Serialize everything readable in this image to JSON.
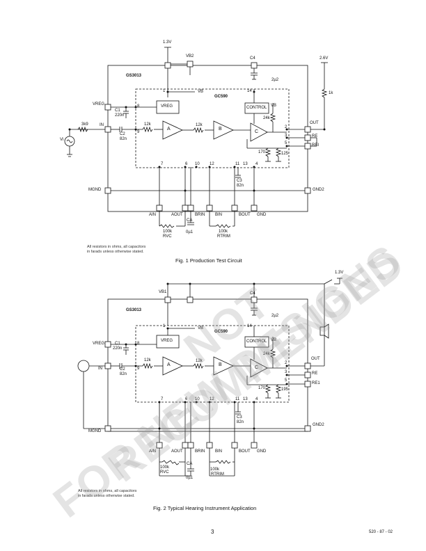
{
  "figure1": {
    "caption": "Fig. 1  Production Test Circuit",
    "note_line1": "All resistors in ohms, all capacitors",
    "note_line2": "in farads unless otherwise stated.",
    "chip_outer": "GS3013",
    "chip_inner": "GC590",
    "supply": "1.3V",
    "pullup_supply": "2.6V",
    "pullup_res": "1k",
    "labels": {
      "vreg_pin": "VREG",
      "in_pin": "IN",
      "mgnd_pin": "MGND",
      "out_pin": "OUT",
      "re_pin": "RE",
      "rei_pin": "REI",
      "gnd2_pin": "GND2",
      "vb2": "VB2",
      "c4": "C4",
      "c4_val": "2µ2",
      "vb_top": "VB",
      "vreg_block": "VREG",
      "control": "CONTROL",
      "vb_ctrl": "VB",
      "r24k": "24k",
      "r170": "170",
      "r125": "125",
      "c1": "C1",
      "c1_val": "220n",
      "c2": "C2",
      "c2_val": "82n",
      "c3": "C3",
      "c3_val": "82n",
      "r3k9": "3k9",
      "vi": "Vi",
      "r12k_a": "12k",
      "r12k_b": "12k",
      "amp_a": "A",
      "amp_b": "B",
      "amp_c": "C",
      "ain": "AIN",
      "aout": "AOUT",
      "ca": "CA",
      "ca_val": "0µ1",
      "brin": "BRIN",
      "bin": "BIN",
      "bout": "BOUT",
      "gnd": "GND",
      "r100k_a": "100k",
      "rvc": "RVC",
      "r100k_b": "100k",
      "rtrim": "RTRIM",
      "p1": "1",
      "p2": "2",
      "p3": "3",
      "p4": "4",
      "p5": "5",
      "p6": "6",
      "p7": "7",
      "p8": "8",
      "p9": "9",
      "p10": "10",
      "p11": "11",
      "p12": "12",
      "p13": "13",
      "p14": "14"
    }
  },
  "figure2": {
    "caption": "Fig. 2  Typical Hearing Instrument Application",
    "note_line1": "All resistors in ohms, all capacitors",
    "note_line2": "in farads unless otherwise stated.",
    "chip_outer": "GS3013",
    "chip_inner": "GC590",
    "supply": "1.3V",
    "labels": {
      "vreg_pin": "VREG",
      "in_pin": "IN",
      "mgnd_pin": "MGND",
      "out_pin": "OUT",
      "re_pin": "RE",
      "rei_pin": "RE1",
      "gnd2_pin": "GND2",
      "vb1": "VB1",
      "c4": "C4",
      "c4_val": "2µ2",
      "vb_top": "VB",
      "vreg_block": "VREG",
      "control": "CONTROL",
      "vb_ctrl": "VB",
      "r24k": "24k",
      "r170": "170",
      "r195": "195",
      "c1": "C1",
      "c1_val": "220n",
      "c2": "C2",
      "c2_val": "82n",
      "c3": "C3",
      "c3_val": "82n",
      "r12k_a": "12k",
      "r12k_b": "12k",
      "amp_a": "A",
      "amp_b": "B",
      "amp_c": "C",
      "ain": "AIN",
      "aout": "AOUT",
      "ca": "CA",
      "ca_val": "0µ1",
      "brin": "BRIN",
      "bin": "BIN",
      "bout": "BOUT",
      "gnd": "GND",
      "r100k_a": "100k",
      "rvc": "RVC",
      "r100k_b": "100k",
      "rtrim": "RTRIM",
      "p1": "1",
      "p2": "2",
      "p3": "3",
      "p4": "4",
      "p5": "5",
      "p6": "6",
      "p7": "7",
      "p8": "8",
      "p9": "9",
      "p10": "10",
      "p11": "11",
      "p12": "12",
      "p13": "13",
      "p14": "14"
    }
  },
  "watermark": {
    "line1": "NOT RECOMMENDED",
    "line2": "FOR NEW DESIGNS"
  },
  "footer": {
    "page_number": "3",
    "doc_code": "520 - 87 - 02"
  }
}
